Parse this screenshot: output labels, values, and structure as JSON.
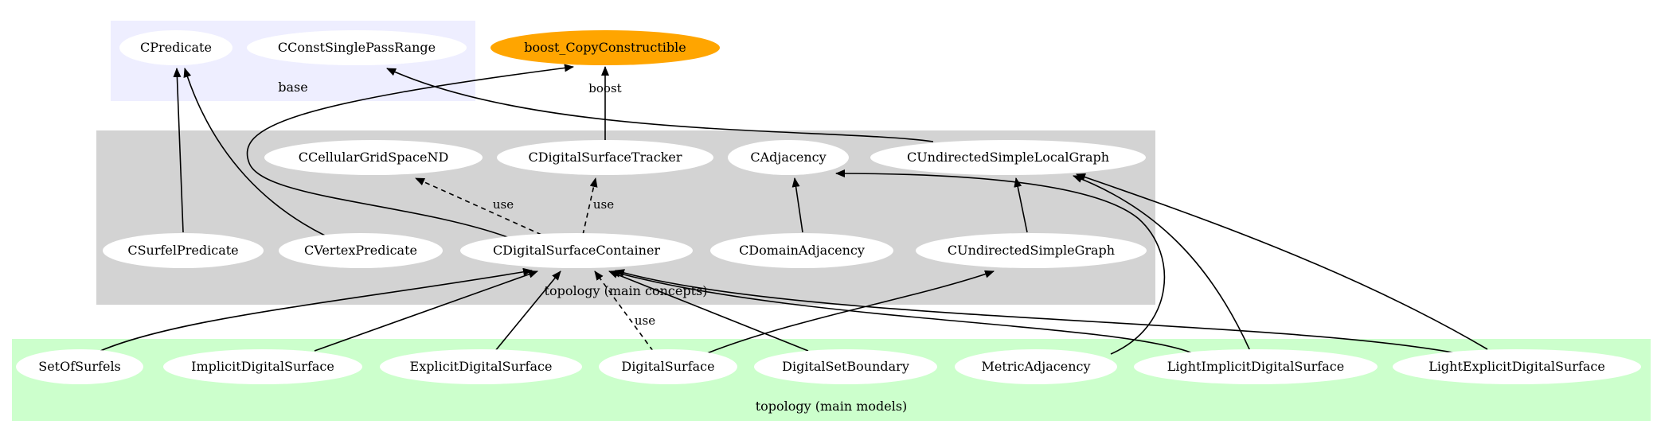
{
  "diagram": {
    "colors": {
      "base_cluster_fill": "#eeeeff",
      "topology_concepts_fill": "#d3d3d3",
      "topology_models_fill": "#ccffcc",
      "node_fill": "#ffffff",
      "highlight_node_fill": "#ffa500",
      "edge_color": "#000000"
    },
    "clusters": {
      "base": "base",
      "topology_concepts": "topology (main concepts)",
      "topology_models": "topology (main models)"
    },
    "nodes": {
      "cpredicate": "CPredicate",
      "cconst_single_pass_range": "CConstSinglePassRange",
      "boost_copy_constructible": "boost_CopyConstructible",
      "ccellular_grid_space_nd": "CCellularGridSpaceND",
      "cdigital_surface_tracker": "CDigitalSurfaceTracker",
      "cadjacency": "CAdjacency",
      "cundirected_simple_local_graph": "CUndirectedSimpleLocalGraph",
      "csurfel_predicate": "CSurfelPredicate",
      "cvertex_predicate": "CVertexPredicate",
      "cdigital_surface_container": "CDigitalSurfaceContainer",
      "cdomain_adjacency": "CDomainAdjacency",
      "cundirected_simple_graph": "CUndirectedSimpleGraph",
      "set_of_surfels": "SetOfSurfels",
      "implicit_digital_surface": "ImplicitDigitalSurface",
      "explicit_digital_surface": "ExplicitDigitalSurface",
      "digital_surface": "DigitalSurface",
      "digital_set_boundary": "DigitalSetBoundary",
      "metric_adjacency": "MetricAdjacency",
      "light_implicit_digital_surface": "LightImplicitDigitalSurface",
      "light_explicit_digital_surface": "LightExplicitDigitalSurface"
    },
    "edge_labels": {
      "boost": "boost",
      "use": "use"
    }
  }
}
